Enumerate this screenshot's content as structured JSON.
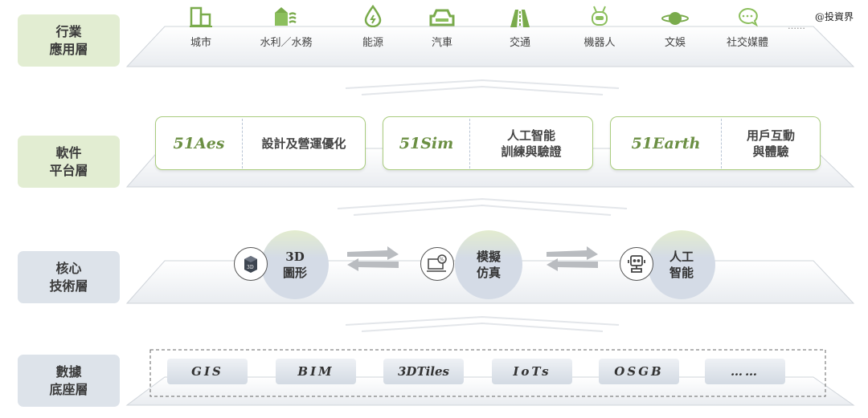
{
  "watermark": "@投資界",
  "layers": {
    "application": {
      "label": "行業\n應用層",
      "items": [
        {
          "label": "城市",
          "icon": "building-icon"
        },
        {
          "label": "水利／水務",
          "icon": "water-facility-icon"
        },
        {
          "label": "能源",
          "icon": "energy-drop-icon"
        },
        {
          "label": "汽車",
          "icon": "car-icon"
        },
        {
          "label": "交通",
          "icon": "road-icon"
        },
        {
          "label": "機器人",
          "icon": "robot-icon"
        },
        {
          "label": "文娛",
          "icon": "planet-icon"
        },
        {
          "label": "社交媒體",
          "icon": "chat-icon"
        }
      ],
      "more": "……"
    },
    "software": {
      "label": "軟件\n平台層",
      "products": [
        {
          "name": "51Aes",
          "desc": "設計及營運優化"
        },
        {
          "name": "51Sim",
          "desc": "人工智能\n訓練與驗證"
        },
        {
          "name": "51Earth",
          "desc": "用戶互動\n與體驗"
        }
      ]
    },
    "core": {
      "label": "核心\n技術層",
      "items": [
        {
          "label": "3D\n圖形",
          "icon": "3d-cube-icon"
        },
        {
          "label": "模擬\n仿真",
          "icon": "simulation-icon"
        },
        {
          "label": "人工\n智能",
          "icon": "robot-icon"
        }
      ]
    },
    "data": {
      "label": "數據\n底座層",
      "items": [
        "GIS",
        "BIM",
        "3DTiles",
        "IoTs",
        "OSGB",
        "……"
      ]
    }
  },
  "colors": {
    "green": "#6b8f43",
    "label_green": "#e2edd2",
    "label_blue": "#dde3ea"
  }
}
